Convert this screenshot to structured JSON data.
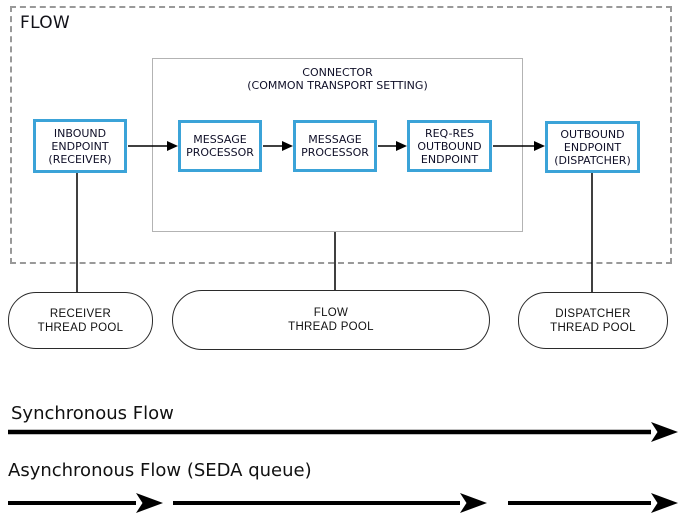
{
  "diagram": {
    "flow_label": "FLOW",
    "connector_title": "CONNECTOR\n(COMMON TRANSPORT SETTING)",
    "nodes": [
      {
        "id": "inbound-endpoint",
        "label": "INBOUND\nENDPOINT\n(RECEIVER)"
      },
      {
        "id": "message-processor-1",
        "label": "MESSAGE\nPROCESSOR"
      },
      {
        "id": "message-processor-2",
        "label": "MESSAGE\nPROCESSOR"
      },
      {
        "id": "reqres-outbound-endpoint",
        "label": "REQ-RES\nOUTBOUND\nENDPOINT"
      },
      {
        "id": "outbound-endpoint",
        "label": "OUTBOUND\nENDPOINT\n(DISPATCHER)"
      }
    ],
    "thread_pools": [
      {
        "id": "receiver-thread-pool",
        "label": "RECEIVER\nTHREAD POOL"
      },
      {
        "id": "flow-thread-pool",
        "label": "FLOW\nTHREAD POOL"
      },
      {
        "id": "dispatcher-thread-pool",
        "label": "DISPATCHER\nTHREAD POOL"
      }
    ]
  },
  "legend": {
    "synchronous_label": "Synchronous Flow",
    "asynchronous_label": "Asynchronous Flow (SEDA queue)"
  },
  "colors": {
    "endpoint_border": "#3ba3d8",
    "flow_dashed_border": "#999999",
    "connector_border": "#b3b3b3",
    "node_text": "#0f0f28",
    "arrow": "#000000"
  }
}
